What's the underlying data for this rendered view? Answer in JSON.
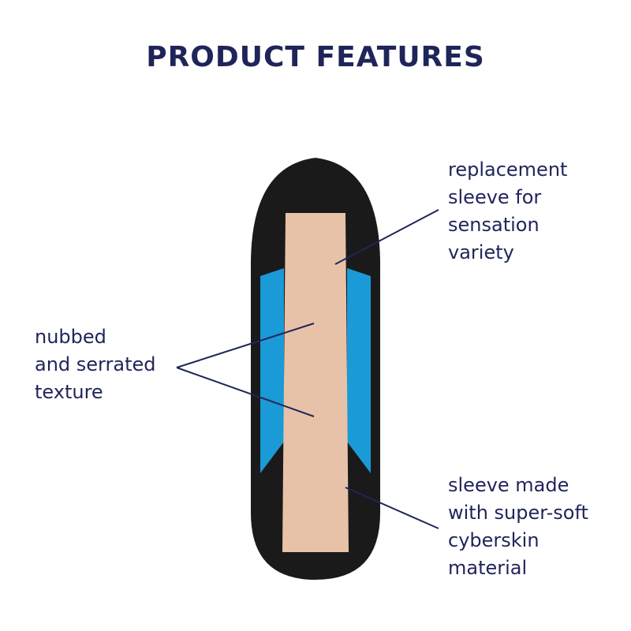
{
  "title": "PRODUCT FEATURES",
  "callouts": {
    "top_right": [
      "replacement",
      "sleeve for",
      "sensation",
      "variety"
    ],
    "left": [
      "nubbed",
      "and serrated",
      "texture"
    ],
    "bottom_right": [
      "sleeve made",
      "with super-soft",
      "cyberskin",
      "material"
    ]
  },
  "colors": {
    "text": "#1f2559",
    "shell": "#1a1a1a",
    "accent": "#1a9ad6",
    "sleeve": "#e8c2a8"
  }
}
